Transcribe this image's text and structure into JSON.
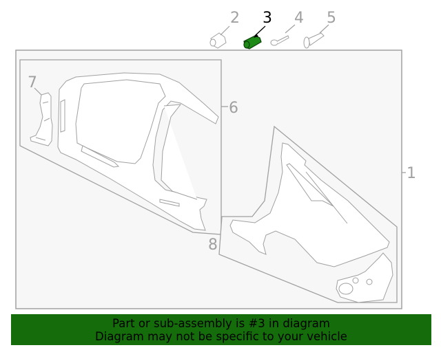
{
  "diagram": {
    "callouts": [
      {
        "number": "1",
        "label": "1",
        "highlighted": false
      },
      {
        "number": "2",
        "label": "2",
        "highlighted": false
      },
      {
        "number": "3",
        "label": "3",
        "highlighted": true
      },
      {
        "number": "4",
        "label": "4",
        "highlighted": false
      },
      {
        "number": "5",
        "label": "5",
        "highlighted": false
      },
      {
        "number": "6",
        "label": "6",
        "highlighted": false
      },
      {
        "number": "7",
        "label": "7",
        "highlighted": false
      },
      {
        "number": "8",
        "label": "8",
        "highlighted": false
      }
    ],
    "highlighted_part": "3",
    "colors": {
      "line": "#a0a0a0",
      "panel_fill": "#f7f7f7",
      "highlight": "#1d8a17",
      "highlight_dark": "#0b3d07",
      "banner": "#146c0b"
    }
  },
  "banner": {
    "line1": "Part or sub-assembly is #3 in diagram",
    "line2": "Diagram may not be specific to your vehicle"
  }
}
